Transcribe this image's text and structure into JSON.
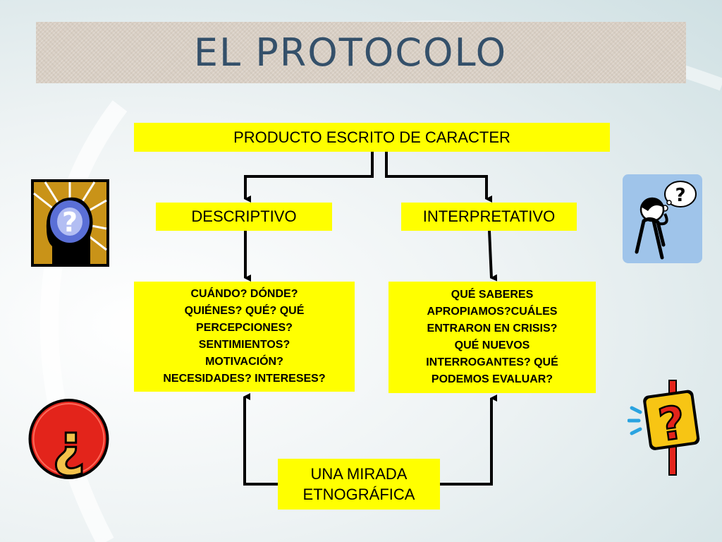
{
  "title": "EL PROTOCOLO",
  "main_box": "PRODUCTO ESCRITO DE CARACTER",
  "left_branch": {
    "label": "DESCRIPTIVO",
    "questions": [
      "CUÁNDO? DÓNDE?",
      "QUIÉNES? QUÉ? QUÉ",
      "PERCEPCIONES?",
      "SENTIMIENTOS?",
      "MOTIVACIÓN?",
      "NECESIDADES? INTERESES?"
    ]
  },
  "right_branch": {
    "label": "INTERPRETATIVO",
    "questions": [
      "QUÉ SABERES",
      "APROPIAMOS?CUÁLES",
      "ENTRARON EN CRISIS?",
      "QUÉ NUEVOS",
      "INTERROGANTES? QUÉ",
      "PODEMOS EVALUAR?"
    ]
  },
  "bottom_box": [
    "UNA MIRADA",
    "ETNOGRÁFICA"
  ],
  "icons": [
    "head-question-icon",
    "thinking-person-icon",
    "inverted-question-icon",
    "question-sign-icon"
  ],
  "colors": {
    "box": "#ffff00",
    "title": "#34506a",
    "title_bg": "#d9cfc4"
  }
}
